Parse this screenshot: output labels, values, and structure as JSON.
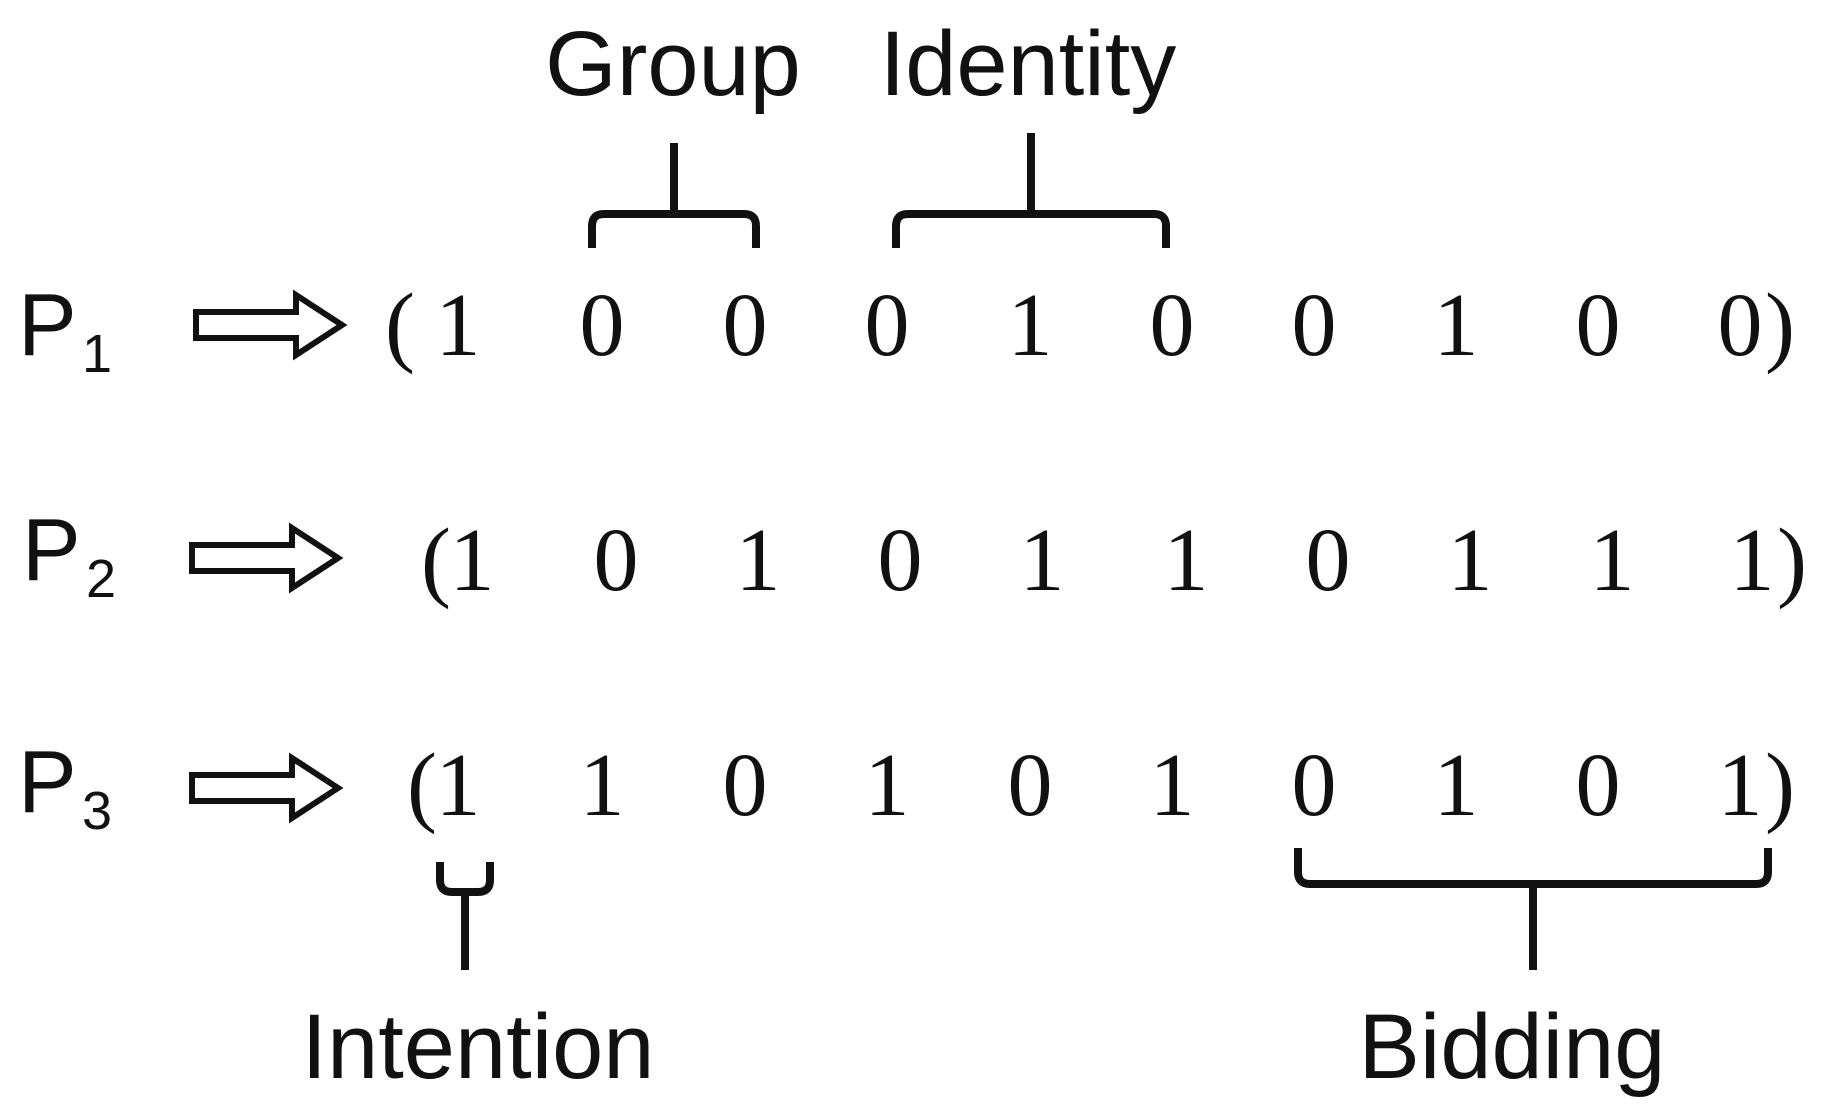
{
  "labels": {
    "group": "Group",
    "identity": "Identity",
    "intention": "Intention",
    "bidding": "Bidding"
  },
  "rows": [
    {
      "prefix": "P",
      "subscript": "1",
      "bits": [
        "1",
        "0",
        "0",
        "0",
        "1",
        "0",
        "0",
        "1",
        "0",
        "0"
      ],
      "open": "(",
      "close": ")"
    },
    {
      "prefix": "P",
      "subscript": "2",
      "bits": [
        "1",
        "0",
        "1",
        "0",
        "1",
        "1",
        "0",
        "1",
        "1",
        "1"
      ],
      "open": "(",
      "close": ")"
    },
    {
      "prefix": "P",
      "subscript": "3",
      "bits": [
        "1",
        "1",
        "0",
        "1",
        "0",
        "1",
        "0",
        "1",
        "0",
        "1"
      ],
      "open": "(",
      "close": ")"
    }
  ]
}
